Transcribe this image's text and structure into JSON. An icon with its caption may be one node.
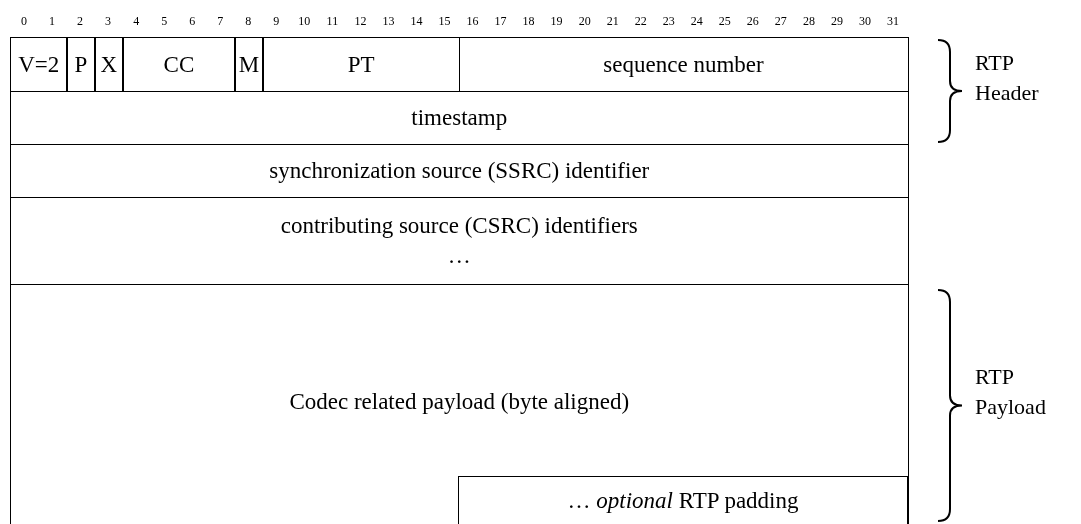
{
  "diagram": {
    "nodes": [
      {
        "text": [
          "V=2"
        ]
      },
      {
        "text": [
          "P"
        ]
      },
      {
        "text": [
          "X"
        ]
      },
      {
        "text": [
          "CC"
        ]
      },
      {
        "text": [
          "M"
        ]
      },
      {
        "text": [
          "PT"
        ]
      },
      {
        "text": [
          "sequence number"
        ]
      },
      {
        "text": [
          "timestamp"
        ]
      },
      {
        "text": [
          "synchronization source (SSRC) identifier"
        ]
      },
      {
        "text": [
          "contributing source (CSRC) identifiers",
          "…"
        ]
      },
      {
        "text": [
          "Codec related payload (byte aligned)"
        ]
      },
      {
        "text": [
          "… *optional* RTP padding"
        ],
        "in": 10
      }
    ],
    "edges": [],
    "labels": [
      "0",
      "1",
      "2",
      "3",
      "4",
      "5",
      "6",
      "7",
      "8",
      "9",
      "10",
      "11",
      "12",
      "13",
      "14",
      "15",
      "16",
      "17",
      "18",
      "19",
      "20",
      "21",
      "22",
      "23",
      "24",
      "25",
      "26",
      "27",
      "28",
      "29",
      "30",
      "31",
      "RTP Header",
      "RTP Payload"
    ]
  }
}
